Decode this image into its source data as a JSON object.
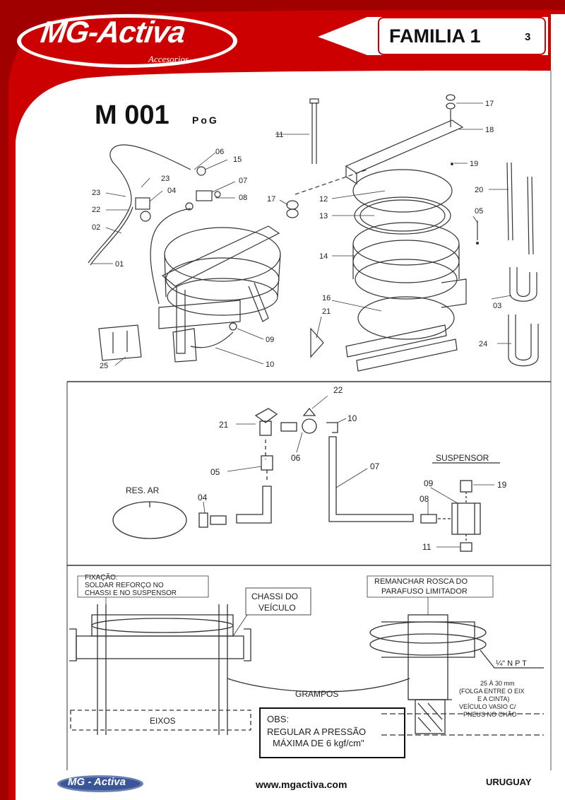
{
  "header": {
    "logo_text": "MG-Activa",
    "logo_subtitle": "Accesorios",
    "family_label": "FAMILIA 1",
    "page_number": "3",
    "brand_color": "#cc0000"
  },
  "model": {
    "code": "M 001",
    "suffix": "PoG"
  },
  "exploded_view": {
    "part_numbers": [
      "01",
      "02",
      "04",
      "06",
      "15",
      "23",
      "23",
      "07",
      "08",
      "22",
      "17",
      "11",
      "12",
      "13",
      "14",
      "16",
      "21",
      "25",
      "09",
      "10",
      "17",
      "18",
      "19",
      "05",
      "20",
      "03",
      "24"
    ]
  },
  "schematic": {
    "callouts": [
      "22",
      "21",
      "10",
      "06",
      "05",
      "07",
      "04",
      "SUSPENSOR",
      "09",
      "19",
      "08",
      "11"
    ],
    "reservoir_label": "RES. AR"
  },
  "installation": {
    "note_fixacao": [
      "FIXAÇÃO:",
      "SOLDAR REFORÇO NO",
      "CHASSI E NO SUSPENSOR"
    ],
    "note_chassi": [
      "CHASSI DO",
      "VEÍCULO"
    ],
    "label_grampos": "GRAMPOS",
    "label_eixos": "EIXOS",
    "note_remanchar": [
      "REMANCHAR ROSCA DO",
      "PARAFUSO  LIMITADOR"
    ],
    "label_npt": "¼\" N P T",
    "note_folga": [
      "25 À 30 mm",
      "(FOLGA ENTRE O EIX",
      "E A CINTA)",
      "VEÍCULO VASIO C/",
      "PNEUS NO CHÃO"
    ],
    "obs_title": "OBS:",
    "obs_line1": "REGULAR A PRESSÃO",
    "obs_line2": "MÁXIMA DE 6 kgf/cm\""
  },
  "footer": {
    "logo_text": "MG - Activa",
    "website": "www.mgactiva.com",
    "country": "URUGUAY"
  }
}
